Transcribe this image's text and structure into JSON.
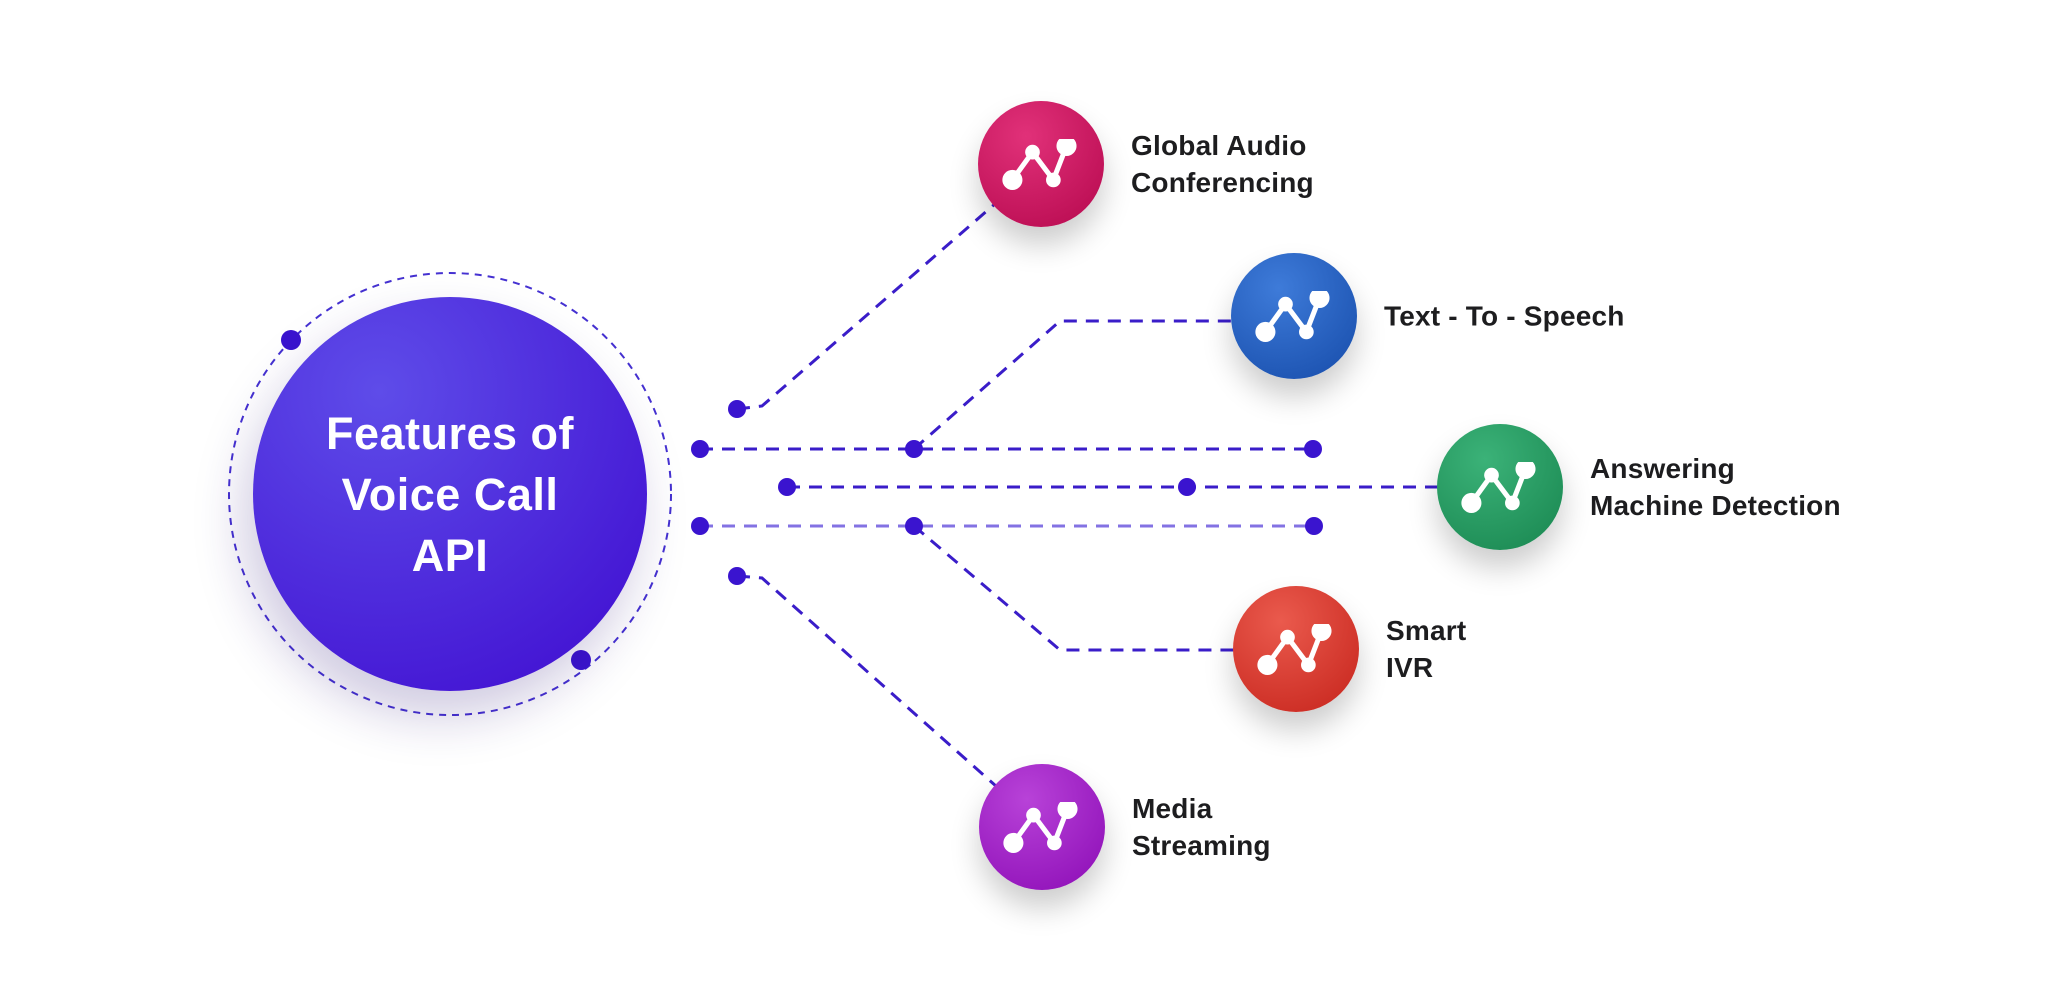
{
  "diagram": {
    "center": {
      "title": "Features of Voice Call API",
      "title_lines": [
        "Features of",
        "Voice Call",
        "API"
      ]
    },
    "features": [
      {
        "id": "global-audio-conferencing",
        "label": "Global Audio Conferencing",
        "label_lines": [
          "Global Audio",
          "Conferencing"
        ],
        "icon": "pulse-graph-icon",
        "gradient_light": "#e13179",
        "gradient_dark": "#bd0f55"
      },
      {
        "id": "text-to-speech",
        "label": "Text - To - Speech",
        "label_lines": [
          "Text - To - Speech"
        ],
        "icon": "pulse-graph-icon",
        "gradient_light": "#3e7bd9",
        "gradient_dark": "#1d54b2"
      },
      {
        "id": "answering-machine-detection",
        "label": "Answering Machine Detection",
        "label_lines": [
          "Answering",
          "Machine Detection"
        ],
        "icon": "pulse-graph-icon",
        "gradient_light": "#3bb278",
        "gradient_dark": "#1e8d56"
      },
      {
        "id": "smart-ivr",
        "label": "Smart IVR",
        "label_lines": [
          "Smart",
          "IVR"
        ],
        "icon": "pulse-graph-icon",
        "gradient_light": "#ea5a4d",
        "gradient_dark": "#cc2d24"
      },
      {
        "id": "media-streaming",
        "label": "Media Streaming",
        "label_lines": [
          "Media",
          "Streaming"
        ],
        "icon": "pulse-graph-icon",
        "gradient_light": "#b842d8",
        "gradient_dark": "#9315bb"
      }
    ],
    "colors": {
      "background": "#ffffff",
      "hub_gradient_light": "#5e4ce9",
      "hub_gradient_dark": "#4314d3",
      "hub_text": "#ffffff",
      "connector": "#3a1dc9",
      "connector_light": "#8372e3",
      "dot": "#3a14cf",
      "ring": "#4531d1",
      "label_text": "#1d1d1f",
      "icon": "#ffffff"
    }
  }
}
